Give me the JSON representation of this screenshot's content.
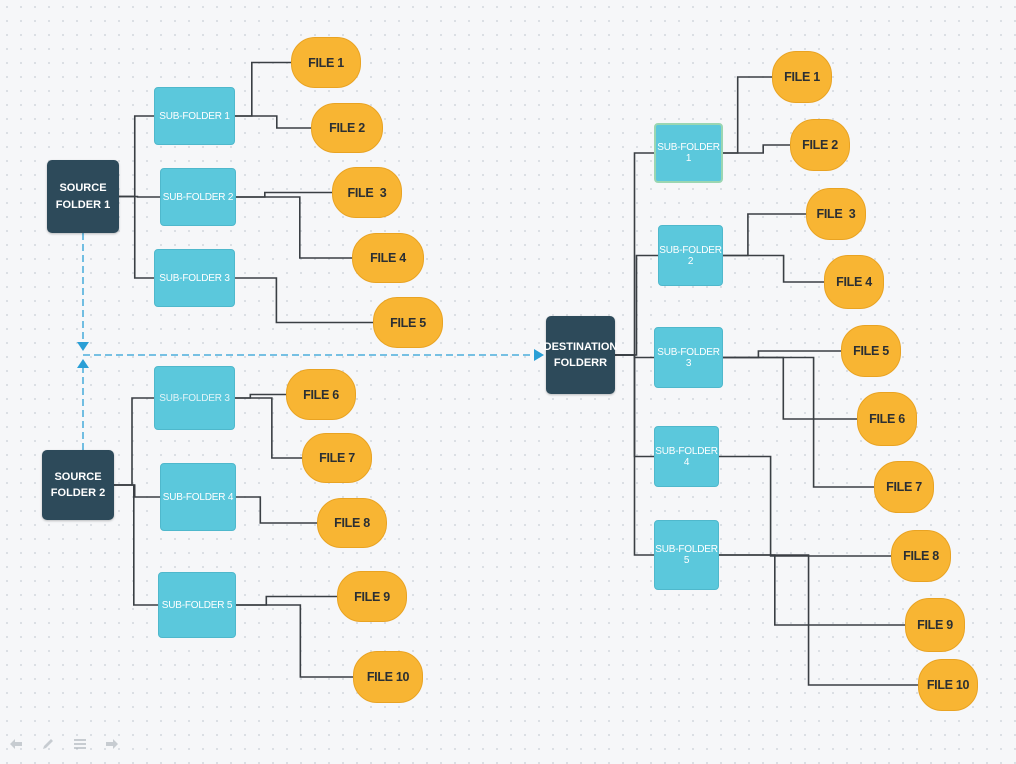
{
  "sources": [
    {
      "label": "SOURCE\nFOLDER 1",
      "subfolders": [
        {
          "label": "SUB-FOLDER 1",
          "files": [
            "FILE 1",
            "FILE 2"
          ]
        },
        {
          "label": "SUB-FOLDER 2",
          "files": [
            "FILE  3",
            "FILE 4"
          ]
        },
        {
          "label": "SUB-FOLDER 3",
          "files": [
            "FILE 5"
          ]
        }
      ]
    },
    {
      "label": "SOURCE\nFOLDER 2",
      "subfolders": [
        {
          "label": "SUB-FOLDER 3",
          "files": [
            "FILE 6",
            "FILE 7"
          ]
        },
        {
          "label": "SUB-FOLDER 4",
          "files": [
            "FILE 8"
          ]
        },
        {
          "label": "SUB-FOLDER 5",
          "files": [
            "FILE 9",
            "FILE 10"
          ]
        }
      ]
    }
  ],
  "destination": {
    "label": "DESTINATION\nFOLDERR",
    "subfolders": [
      {
        "label": "SUB-FOLDER 1",
        "files": [
          "FILE 1",
          "FILE 2"
        ]
      },
      {
        "label": "SUB-FOLDER 2",
        "files": [
          "FILE  3",
          "FILE 4"
        ]
      },
      {
        "label": "SUB-FOLDER 3",
        "files": [
          "FILE 5",
          "FILE 6",
          "FILE 7"
        ]
      },
      {
        "label": "SUB-FOLDER 4",
        "files": [
          "FILE 8"
        ]
      },
      {
        "label": "SUB-FOLDER 5",
        "files": [
          "FILE 9",
          "FILE 10"
        ]
      }
    ]
  },
  "colors": {
    "root": "#2d4a5a",
    "subfolder": "#5bc8dc",
    "file": "#f8b533",
    "connector": "#3a3f44",
    "arrow": "#2a9fd6"
  },
  "toolbar_icons": [
    "back-arrow-icon",
    "pen-icon",
    "menu-icon",
    "forward-arrow-icon"
  ]
}
